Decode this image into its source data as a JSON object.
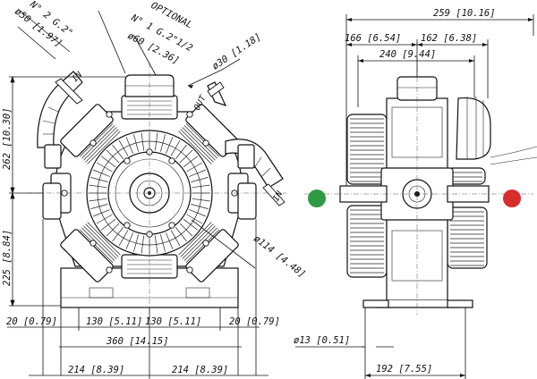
{
  "dimensions": {
    "d50": "ø50 [1.97]",
    "n2": "N° 2 G.2\"",
    "optional": "OPTIONAL",
    "n1": "N° 1 G.2\"1/2",
    "d60": "ø60 [2.36]",
    "d30": "ø30 [1.18]",
    "h262": "262 [10.30]",
    "h225": "225 [8.84]",
    "d114": "ø114 [4.48]",
    "w20l": "20 [0.79]",
    "w130l": "130 [5.11]",
    "w130r": "130 [5.11]",
    "w20r": "20 [0.79]",
    "w360": "360 [14.15]",
    "w214l": "214 [8.39]",
    "w214r": "214 [8.39]",
    "w259": "259 [10.16]",
    "w166": "166 [6.54]",
    "w162": "162 [6.38]",
    "w240": "240 [9.44]",
    "d13": "ø13 [0.51]",
    "w192": "192 [7.55]"
  },
  "labels": {
    "in_top": "IN",
    "out": "OUT",
    "in_right": "IN"
  },
  "indicators": {
    "left_color": "#2e9a44",
    "right_color": "#d72c2c"
  }
}
